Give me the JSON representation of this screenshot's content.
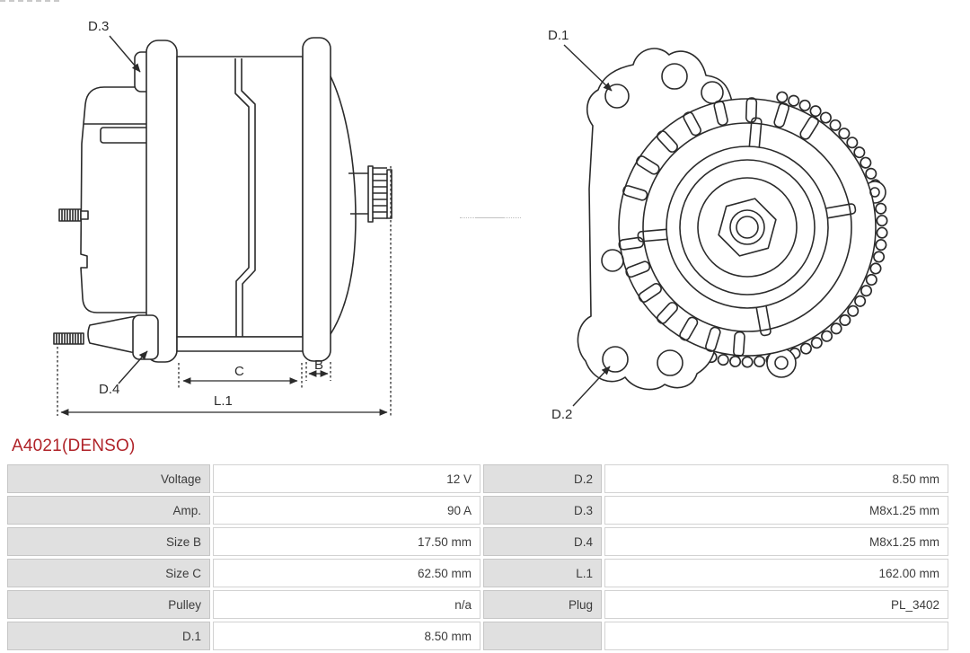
{
  "header": {
    "title": "A4021(DENSO)"
  },
  "colors": {
    "title_accent": "#b02329",
    "table_label_bg": "#e0e0e0",
    "drawing_line": "#2b2b2b"
  },
  "diagrams": {
    "side_view": {
      "labels": {
        "d3": "D.3",
        "d4": "D.4",
        "c": "C",
        "b": "B",
        "l1": "L.1"
      }
    },
    "front_view": {
      "labels": {
        "d1": "D.1",
        "d2": "D.2"
      }
    }
  },
  "spec_table": {
    "rows": [
      {
        "label_left": "Voltage",
        "value_left": "12 V",
        "label_right": "D.2",
        "value_right": "8.50 mm"
      },
      {
        "label_left": "Amp.",
        "value_left": "90 A",
        "label_right": "D.3",
        "value_right": "M8x1.25 mm"
      },
      {
        "label_left": "Size B",
        "value_left": "17.50 mm",
        "label_right": "D.4",
        "value_right": "M8x1.25 mm"
      },
      {
        "label_left": "Size C",
        "value_left": "62.50 mm",
        "label_right": "L.1",
        "value_right": "162.00 mm"
      },
      {
        "label_left": "Pulley",
        "value_left": "n/a",
        "label_right": "Plug",
        "value_right": "PL_3402"
      },
      {
        "label_left": "D.1",
        "value_left": "8.50 mm",
        "label_right": "",
        "value_right": ""
      }
    ]
  }
}
